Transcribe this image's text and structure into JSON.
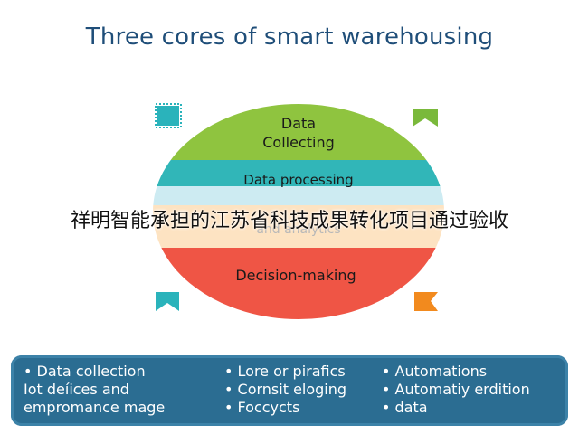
{
  "title": "Three cores of smart warehousing",
  "layers": {
    "collect_line1": "Data",
    "collect_line2": "Collecting",
    "processing": "Data processing",
    "analytics": "and analytics",
    "decision": "Decision-making"
  },
  "colors": {
    "green": "#8fc43f",
    "teal": "#31b6b8",
    "light_blue": "#cdebf2",
    "peach": "#fde3c2",
    "red": "#ef5545",
    "navy": "#1f4e79",
    "panel": "#2b6d92",
    "icon_teal": "#2ab3bb",
    "icon_green": "#7ab93b",
    "icon_orange": "#f28a1e"
  },
  "overlay_caption": "祥明智能承担的江苏省科技成果转化项目通过验收",
  "panel": {
    "col1": [
      "• Data collection",
      "  Iot deíices and",
      "  empromance mage"
    ],
    "col2": [
      "• Lore or pirafics",
      "• Cornsit eloging",
      "• Foccycts"
    ],
    "col3": [
      "• Automations",
      "• Automatiy erdition",
      "• data"
    ]
  },
  "icons": [
    "stamp-square-icon",
    "ribbon-icon-green",
    "ribbon-icon-teal",
    "ribbon-icon-orange"
  ]
}
